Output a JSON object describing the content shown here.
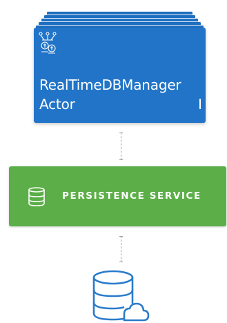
{
  "actor_node": {
    "title_line1": "RealTimeDBManager",
    "title_line2": "Actor",
    "icon": "actor-network-icon",
    "color": "#2174c7",
    "stack_color": "#1e6fc0"
  },
  "persistence_node": {
    "label": "PERSISTENCE SERVICE",
    "icon": "database-icon",
    "color": "#5cae48"
  },
  "storage_node": {
    "icon": "cloud-database-icon",
    "color": "#2a7bcb"
  },
  "connectors": [
    {
      "from": "actor_node",
      "to": "persistence_node",
      "style": "dashed"
    },
    {
      "from": "persistence_node",
      "to": "storage_node",
      "style": "dashed"
    }
  ]
}
